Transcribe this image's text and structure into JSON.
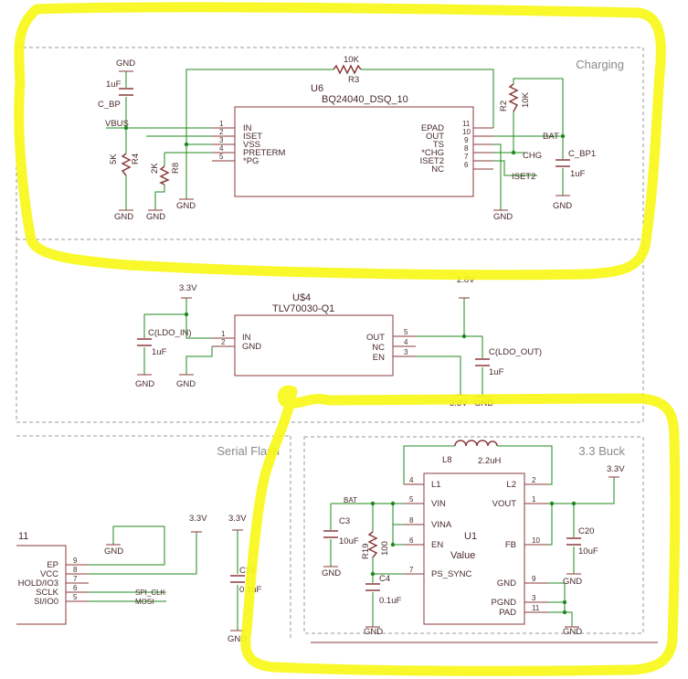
{
  "sections": {
    "charging": "Charging",
    "serial_flash": "Serial Flash",
    "buck": "3.3 Buck"
  },
  "u6": {
    "name": "U6",
    "value": "BQ24040_DSQ_10",
    "left_pins": [
      {
        "num": "1",
        "label": "IN"
      },
      {
        "num": "2",
        "label": "ISET"
      },
      {
        "num": "3",
        "label": "VSS"
      },
      {
        "num": "4",
        "label": "PRETERM"
      },
      {
        "num": "5",
        "label": "*PG"
      }
    ],
    "right_pins": [
      {
        "num": "11",
        "label": "EPAD"
      },
      {
        "num": "10",
        "label": "OUT"
      },
      {
        "num": "9",
        "label": "TS"
      },
      {
        "num": "8",
        "label": "*CHG"
      },
      {
        "num": "7",
        "label": "ISET2"
      },
      {
        "num": "6",
        "label": "NC"
      }
    ]
  },
  "u4": {
    "name": "U$4",
    "value": "TLV70030-Q1",
    "left_pins": [
      {
        "num": "1",
        "label": "IN"
      },
      {
        "num": "2",
        "label": "GND"
      }
    ],
    "right_pins": [
      {
        "num": "5",
        "label": "OUT"
      },
      {
        "num": "4",
        "label": "NC"
      },
      {
        "num": "3",
        "label": "EN"
      }
    ]
  },
  "u1": {
    "name": "U1",
    "value": "Value",
    "left_pins": [
      {
        "num": "4",
        "label": "L1"
      },
      {
        "num": "5",
        "label": "VIN"
      },
      {
        "num": "8",
        "label": "VINA"
      },
      {
        "num": "6",
        "label": "EN"
      },
      {
        "num": "7",
        "label": "PS_SYNC"
      }
    ],
    "right_pins": [
      {
        "num": "2",
        "label": "L2"
      },
      {
        "num": "1",
        "label": "VOUT"
      },
      {
        "num": "10",
        "label": "FB"
      },
      {
        "num": "9",
        "label": "GND"
      },
      {
        "num": "3",
        "label": "PGND"
      },
      {
        "num": "11",
        "label": "PAD"
      }
    ]
  },
  "flash": {
    "ref": "11",
    "pins": [
      {
        "num": "9",
        "label": "EP"
      },
      {
        "num": "8",
        "label": "VCC"
      },
      {
        "num": "7",
        "label": "HOLD/IO3"
      },
      {
        "num": "6",
        "label": "SCLK"
      },
      {
        "num": "5",
        "label": "SI/IO0"
      }
    ]
  },
  "labels": {
    "gnd": "GND",
    "vbus": "VBUS",
    "bat": "BAT",
    "chg": "CHG",
    "iset2": "ISET2",
    "v33": "3.3V",
    "v28": "2.8V",
    "c_bp": "C_BP",
    "c_bp_val": "1uF",
    "c_bp1": "C_BP1",
    "c_bp1_val": "1uF",
    "r3_name": "R3",
    "r3_val": "10K",
    "r2_name": "R2",
    "r2_val": "10K",
    "r4_name": "R4",
    "r4_val": "5K",
    "r8_name": "R8",
    "r8_val": "2K",
    "c_ldo_in": "C(LDO_IN)",
    "c_ldo_in_val": "1uF",
    "c_ldo_out": "C(LDO_OUT)",
    "c_ldo_out_val": "1uF",
    "l8_name": "L8",
    "l8_val": "2.2uH",
    "c3_name": "C3",
    "c3_val": "10uF",
    "c20_name": "C20",
    "c20_val": "10uF",
    "c4_name": "C4",
    "c4_val": "0.1uF",
    "r19_name": "R19",
    "r19_val": "100",
    "c16_name": "C16",
    "c16_val": "0.1uF",
    "vin_small": "BAT",
    "sclk_net": "SPI_CLK",
    "mosi_net": "MOSI"
  }
}
